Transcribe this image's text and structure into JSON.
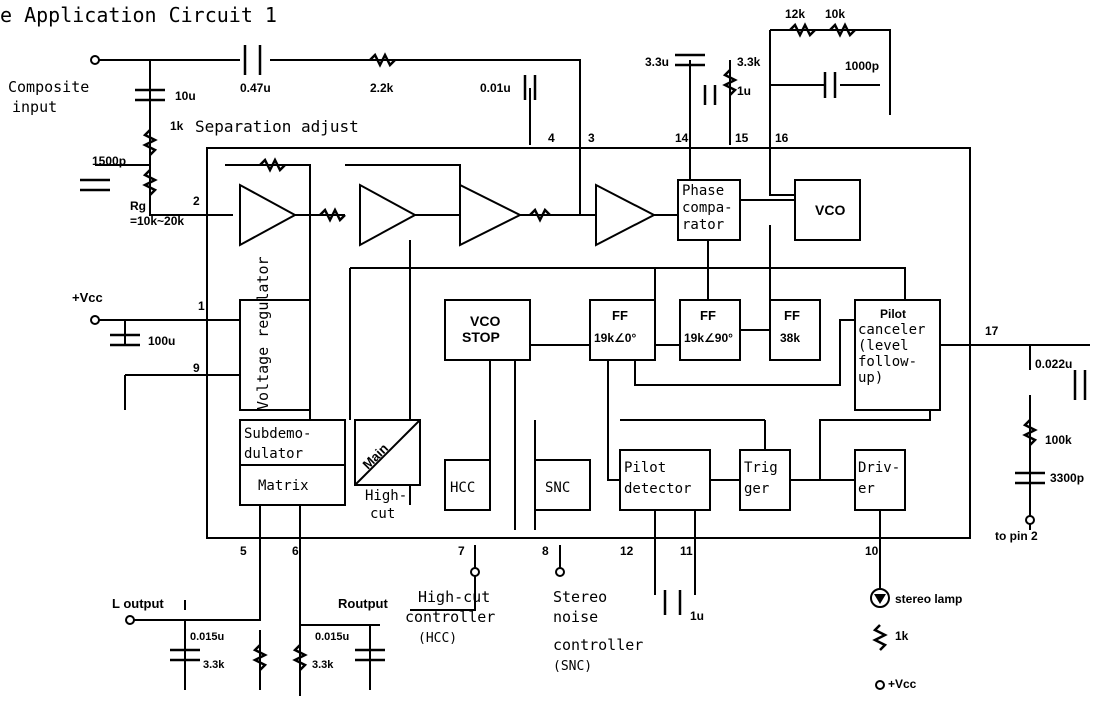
{
  "title": "e Application Circuit 1",
  "inputs": {
    "composite": "Composite",
    "input": "input",
    "separation": "Separation adjust"
  },
  "components": {
    "c_in": "0.47u",
    "r_in": "2.2k",
    "c_001": "0.01u",
    "c_10u": "10u",
    "r_1k_sep": "1k",
    "c_1500p": "1500p",
    "rg": "Rg",
    "rg_val": "=10k~20k",
    "c_33u": "3.3u",
    "r_33k": "3.3k",
    "c_1u_top": "1u",
    "r_12k": "12k",
    "r_10k": "10k",
    "c_1000p": "1000p",
    "vcc": "+Vcc",
    "c_100u": "100u",
    "c_0022u": "0.022u",
    "r_100k": "100k",
    "c_3300p": "3300p",
    "to_pin2": "to pin 2",
    "c_1u_bot": "1u",
    "r_1k_lamp": "1k",
    "vcc_bot": "+Vcc"
  },
  "blocks": {
    "phase_comp": [
      "Phase",
      "compa-",
      "rator"
    ],
    "vco": "VCO",
    "vco_stop": [
      "VCO",
      "STOP"
    ],
    "ff1": [
      "FF",
      "19k∠0°"
    ],
    "ff2": [
      "FF",
      "19k∠90°"
    ],
    "ff3": [
      "FF",
      "38k"
    ],
    "pilot_canceler": [
      "Pilot",
      "canceler",
      "(level",
      "follow-",
      "up)"
    ],
    "voltage_reg": "Voltage regulator",
    "subdemod": [
      "Subdemo-",
      "dulator"
    ],
    "matrix": "Matrix",
    "main": "Main",
    "high_cut": [
      "High-",
      "cut"
    ],
    "hcc": "HCC",
    "snc": "SNC",
    "pilot_det": [
      "Pilot",
      "detector"
    ],
    "trigger": [
      "Trig",
      "ger"
    ],
    "driver": [
      "Driv-",
      "er"
    ]
  },
  "pins": [
    "1",
    "2",
    "4",
    "3",
    "14",
    "15",
    "16",
    "17",
    "5",
    "6",
    "7",
    "8",
    "12",
    "11",
    "10",
    "9"
  ],
  "outputs": {
    "l_output": "L output",
    "r_output": "Routput",
    "c_l": "0.015u",
    "r_l": "3.3k",
    "c_r": "0.015u",
    "r_r": "3.3k",
    "hcc_ctrl": [
      "High-cut",
      "controller",
      "(HCC)"
    ],
    "snc_ctrl": [
      "Stereo",
      "noise",
      "controller",
      "(SNC)"
    ],
    "stereo_lamp": "stereo lamp"
  }
}
